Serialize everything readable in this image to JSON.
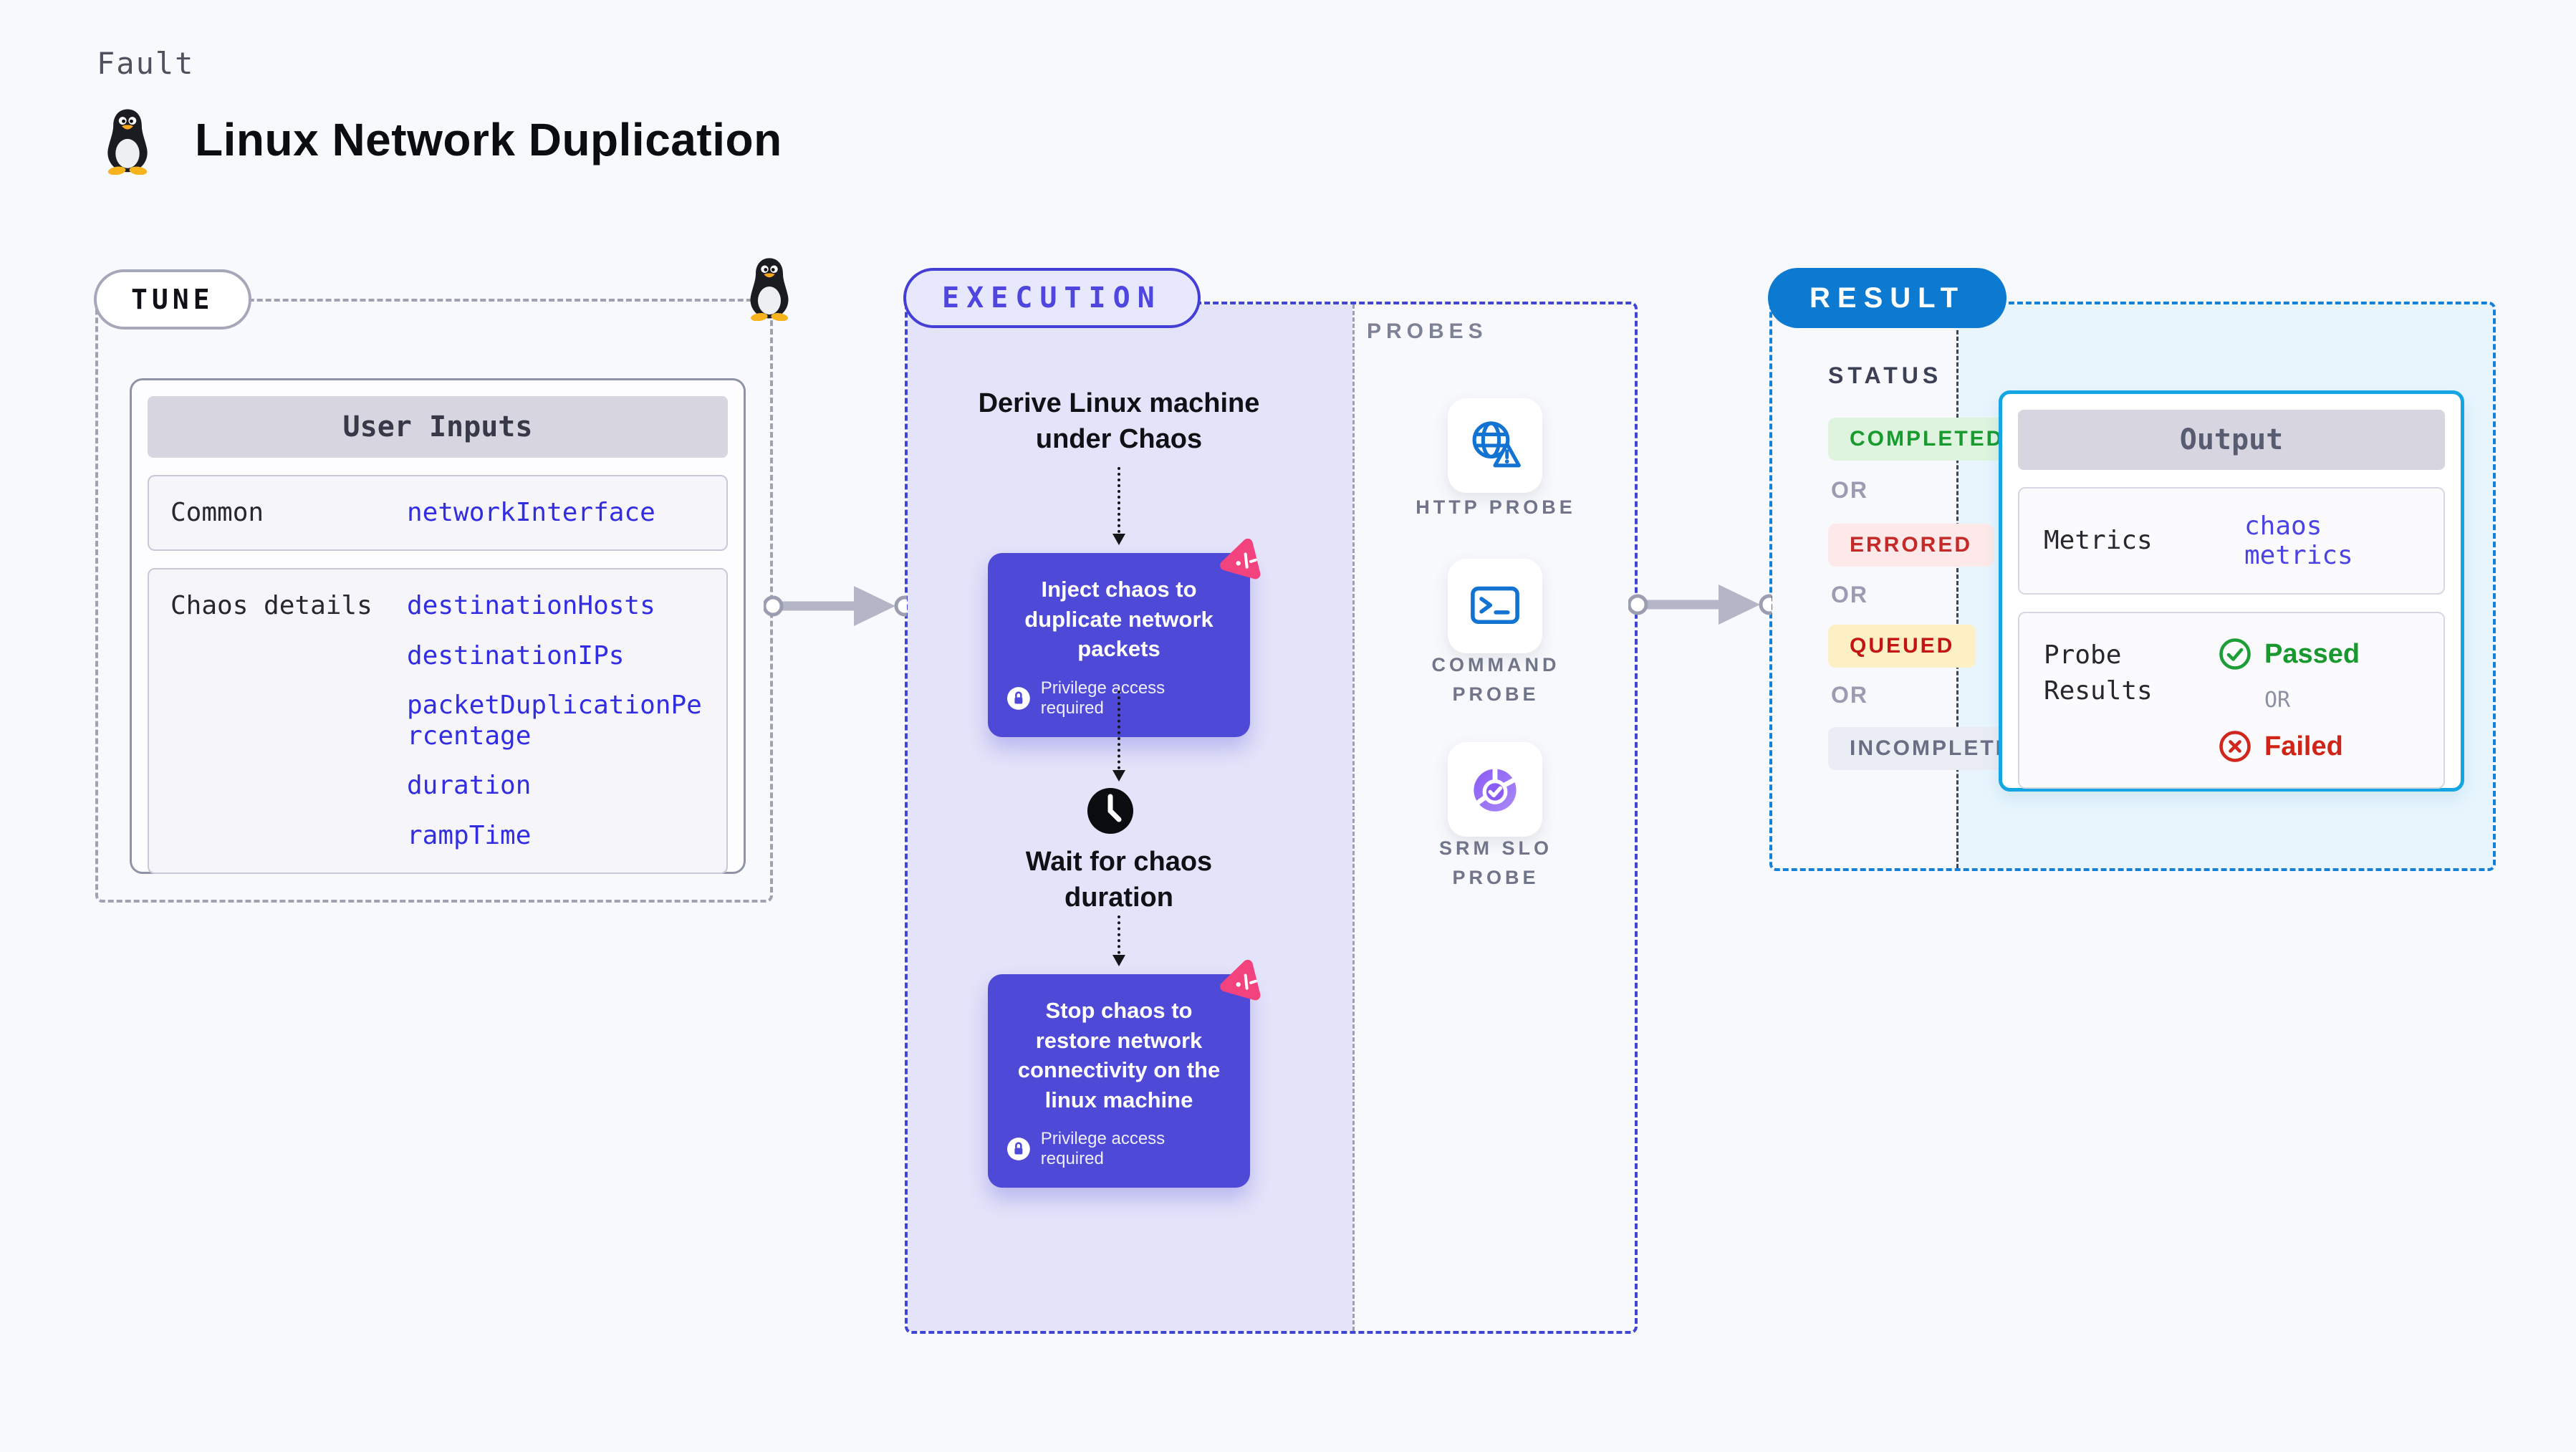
{
  "header": {
    "kind_label": "Fault",
    "title": "Linux Network Duplication"
  },
  "tune": {
    "label": "TUNE",
    "card": {
      "header": "User Inputs",
      "rows": [
        {
          "key": "Common",
          "values": [
            "networkInterface"
          ]
        },
        {
          "key": "Chaos details",
          "values": [
            "destinationHosts",
            "destinationIPs",
            "packetDuplicationPercentage",
            "duration",
            "rampTime"
          ]
        }
      ]
    }
  },
  "execution": {
    "label": "EXECUTION",
    "steps": {
      "derive": "Derive Linux machine under Chaos",
      "inject": "Inject chaos to duplicate network packets",
      "wait": "Wait for chaos duration",
      "stop": "Stop chaos to restore network connectivity on the linux machine",
      "privilege": "Privilege access required"
    },
    "probes": {
      "label": "PROBES",
      "items": [
        {
          "name": "HTTP PROBE",
          "icon": "globe-alert-icon"
        },
        {
          "name": "COMMAND PROBE",
          "icon": "terminal-icon"
        },
        {
          "name": "SRM SLO PROBE",
          "icon": "slo-pie-icon"
        }
      ]
    }
  },
  "result": {
    "label": "RESULT",
    "status": {
      "heading": "STATUS",
      "separator": "OR",
      "items": [
        "COMPLETED",
        "ERRORED",
        "QUEUED",
        "INCOMPLETED"
      ]
    },
    "output": {
      "header": "Output",
      "metrics_key": "Metrics",
      "metrics_value": "chaos metrics",
      "probe_key": "Probe Results",
      "passed": "Passed",
      "separator": "OR",
      "failed": "Failed"
    }
  },
  "colors": {
    "page_bg": "#f8f9fc",
    "tune_dash": "#9fa2b0",
    "execution_accent": "#4f46e0",
    "execution_dash": "#4046d4",
    "execution_bg": "#e3e3f9",
    "chaos_node_bg": "#4f49d8",
    "chaos_corner_pink": "#f2437e",
    "probe_icon_blue": "#1273d3",
    "slo_purple": "#8a5cf5",
    "result_pill_blue": "#0d7ad2",
    "result_dash": "#1480d8",
    "result_bg": "#e8f5fd",
    "output_border": "#15a5e3",
    "value_blue": "#332de2",
    "completed_green": "#179a2e",
    "errored_red": "#c42a28",
    "queued_red": "#c41515",
    "incompleted_gray": "#6a6e85",
    "passed_green": "#18982f",
    "failed_red": "#d02418"
  }
}
